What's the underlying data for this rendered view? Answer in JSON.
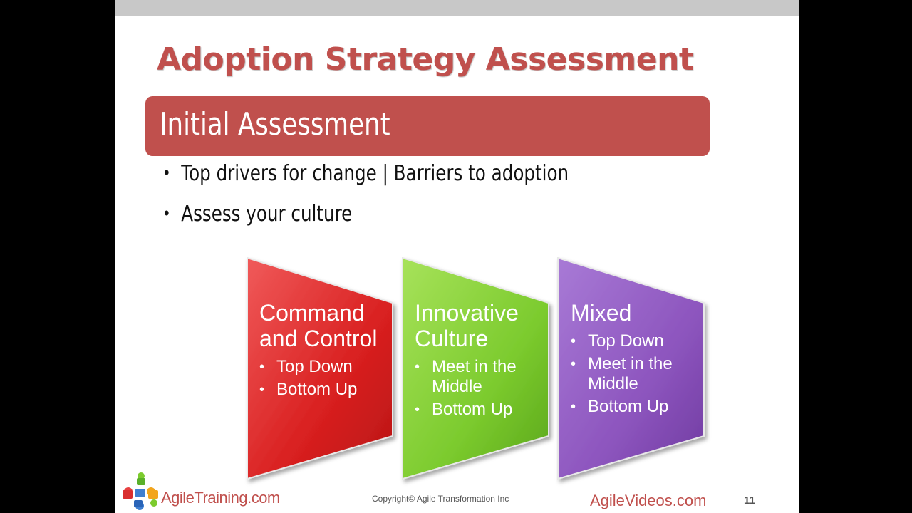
{
  "slide": {
    "title": "Adoption Strategy Assessment",
    "banner": "Initial Assessment",
    "bullets": [
      "Top drivers for change | Barriers to adoption",
      "Assess your culture"
    ],
    "panels": [
      {
        "title": "Command and Control",
        "items": [
          "Top Down",
          "Bottom Up"
        ],
        "color": "#e02b2b"
      },
      {
        "title": "Innovative Culture",
        "items": [
          "Meet in the Middle",
          "Bottom Up"
        ],
        "color": "#7ccb2e"
      },
      {
        "title": "Mixed",
        "items": [
          "Top Down",
          "Meet in the Middle",
          "Bottom Up"
        ],
        "color": "#8d55be"
      }
    ],
    "footer": {
      "logo_text": "AgileTraining.com",
      "copyright": "Copyright© Agile Transformation Inc",
      "videos": "AgileVideos.com",
      "page_number": "11"
    }
  },
  "colors": {
    "accent": "#c0504d",
    "top_bar": "#c8c8c8",
    "letterbox": "#000000"
  },
  "icons": {
    "logo": "puzzle-pieces-icon"
  }
}
